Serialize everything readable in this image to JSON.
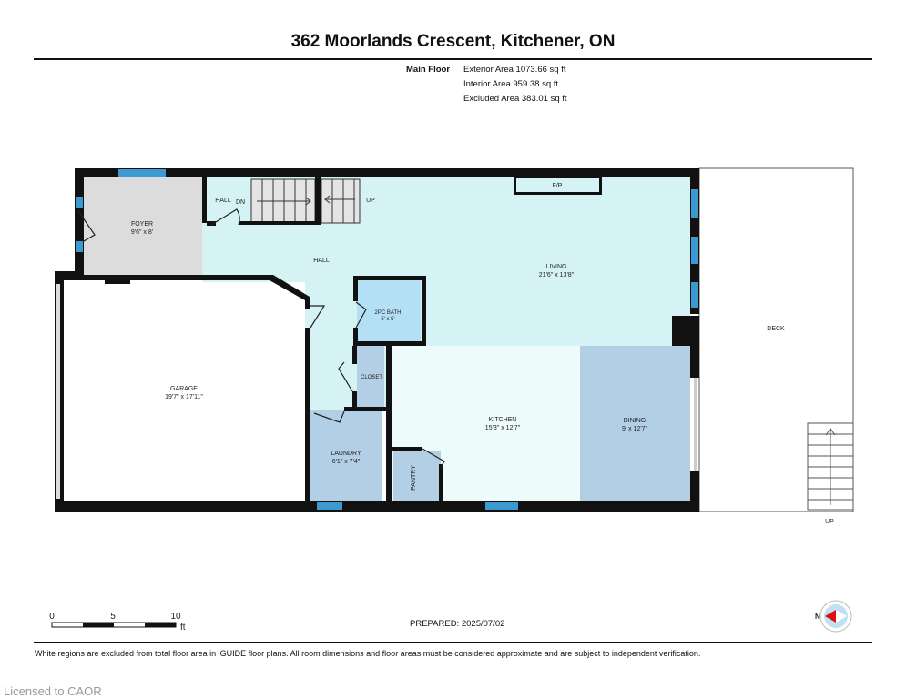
{
  "title": "362 Moorlands Crescent, Kitchener, ON",
  "floor_summary": {
    "floor_name": "Main Floor",
    "exterior_area": "Exterior Area 1073.66 sq ft",
    "interior_area": "Interior Area 959.38 sq ft",
    "excluded_area": "Excluded Area 383.01 sq ft"
  },
  "rooms": {
    "foyer": {
      "name": "FOYER",
      "dims": "9'6\" x 8'"
    },
    "hall_small": {
      "name": "HALL"
    },
    "stairs_down": {
      "label": "DN"
    },
    "stairs_up": {
      "label": "UP"
    },
    "hall": {
      "name": "HALL"
    },
    "fireplace": {
      "label": "F/P"
    },
    "living": {
      "name": "LIVING",
      "dims": "21'6\" x 13'8\""
    },
    "bath": {
      "name": "2PC BATH",
      "dims": "5' x 5'"
    },
    "closet": {
      "name": "CLOSET"
    },
    "garage": {
      "name": "GARAGE",
      "dims": "19'7\" x 17'11\""
    },
    "kitchen": {
      "name": "KITCHEN",
      "dims": "15'3\" x 12'7\""
    },
    "dining": {
      "name": "DINING",
      "dims": "9' x 12'7\""
    },
    "laundry": {
      "name": "LAUNDRY",
      "dims": "6'1\" x 7'4\""
    },
    "pantry": {
      "name": "PANTRY"
    },
    "deck": {
      "name": "DECK"
    },
    "deck_stairs": {
      "label": "UP"
    }
  },
  "colors": {
    "wall": "#111111",
    "window": "#3d9ad1",
    "foyer": "#dcdcdc",
    "hall_living": "#d5f2f4",
    "kitchen": "#eefbfb",
    "blue_room": "#b3cfe6"
  },
  "scale": {
    "ticks": [
      "0",
      "5",
      "10"
    ],
    "unit": "ft"
  },
  "prepared": "PREPARED: 2025/07/02",
  "compass": {
    "north_label": "N"
  },
  "disclaimer": "White regions are excluded from total floor area in iGUIDE floor plans. All room dimensions and floor areas must be considered approximate and are subject to independent verification.",
  "watermark": "Licensed to CAOR"
}
